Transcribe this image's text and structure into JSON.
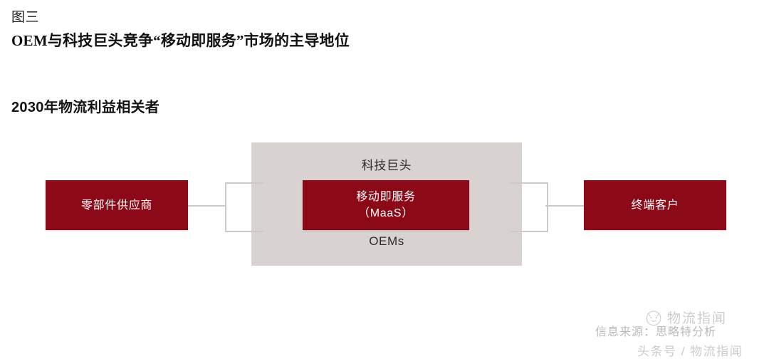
{
  "header": {
    "figure_label": "图三",
    "title": "OEM与科技巨头竞争“移动即服务”市场的主导地位",
    "subtitle": "2030年物流利益相关者"
  },
  "diagram": {
    "supplier_label": "零部件供应商",
    "tech_giants_label": "科技巨头",
    "oems_label": "OEMs",
    "maas_line1": "移动即服务",
    "maas_line2": "（MaaS）",
    "customer_label": "终端客户",
    "colors": {
      "red_box": "#8c0a18",
      "gray_band": "#d8d2d0",
      "connector": "#cdc9c7",
      "background": "#ffffff"
    }
  },
  "watermarks": {
    "source_note": "信息来源：思略特分析",
    "brand_text": "物流指闻",
    "headline_account": "头条号 / 物流指闻"
  }
}
